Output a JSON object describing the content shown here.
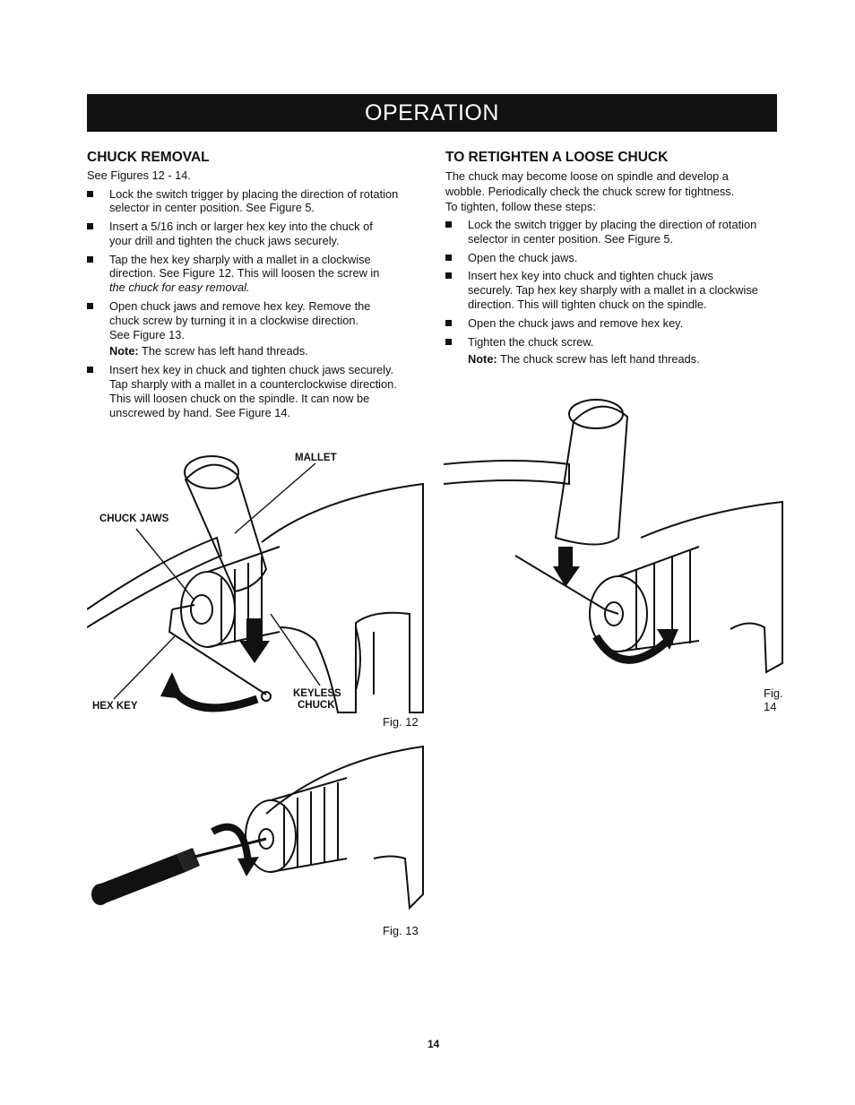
{
  "banner": {
    "title": "OPERATION"
  },
  "left": {
    "heading": "CHUCK REMOVAL",
    "subheading": "See Figures 12 - 14.",
    "bullets": [
      {
        "lines": [
          "Lock the switch trigger by placing the direction of rotation",
          "selector in center position. See Figure 5."
        ]
      },
      {
        "lines": [
          "Insert a 5/16 inch or larger hex key into the chuck of",
          "your drill and tighten the chuck jaws securely."
        ]
      },
      {
        "lines": [
          "Tap the hex key sharply with a mallet in a clockwise",
          "direction. See Figure 12. This will loosen the screw in"
        ],
        "italic_line": "the chuck for easy removal."
      },
      {
        "lines": [
          "Open chuck jaws and remove hex key. Remove the",
          "chuck screw by turning it in a clockwise direction.",
          "See Figure 13."
        ],
        "note_label": "Note:",
        "note_text": " The screw has left hand threads."
      },
      {
        "lines": [
          "Insert hex key in chuck and tighten chuck jaws securely.",
          "Tap sharply with a mallet in a counterclockwise direction.",
          "This will loosen chuck on the spindle. It can now be",
          "unscrewed by hand. See Figure 14."
        ]
      }
    ]
  },
  "right": {
    "heading": "TO RETIGHTEN A LOOSE CHUCK",
    "intro_lines": [
      "The chuck may become loose on spindle and develop a",
      "wobble. Periodically check the chuck screw for tightness.",
      "To tighten, follow these steps:"
    ],
    "bullets": [
      {
        "lines": [
          "Lock the switch trigger by placing the direction of rotation",
          "selector in center position. See Figure 5."
        ]
      },
      {
        "lines": [
          "Open the chuck jaws."
        ]
      },
      {
        "lines": [
          "Insert hex key into chuck and tighten chuck jaws",
          "securely. Tap hex key sharply with a mallet in a clockwise",
          "direction. This will tighten chuck on the spindle."
        ]
      },
      {
        "lines": [
          "Open the chuck jaws and remove hex key."
        ]
      },
      {
        "lines": [
          "Tighten the chuck screw."
        ]
      }
    ],
    "note_label": "Note:",
    "note_text": " The chuck screw has left hand threads."
  },
  "figures": {
    "fig12": {
      "caption": "Fig. 12",
      "labels": {
        "mallet": "MALLET",
        "chuck_jaws": "CHUCK JAWS",
        "hex_key": "HEX KEY",
        "keyless_1": "KEYLESS",
        "keyless_2": "CHUCK"
      }
    },
    "fig13": {
      "caption": "Fig. 13"
    },
    "fig14": {
      "caption": "Fig. 14"
    }
  },
  "page_number": "14"
}
